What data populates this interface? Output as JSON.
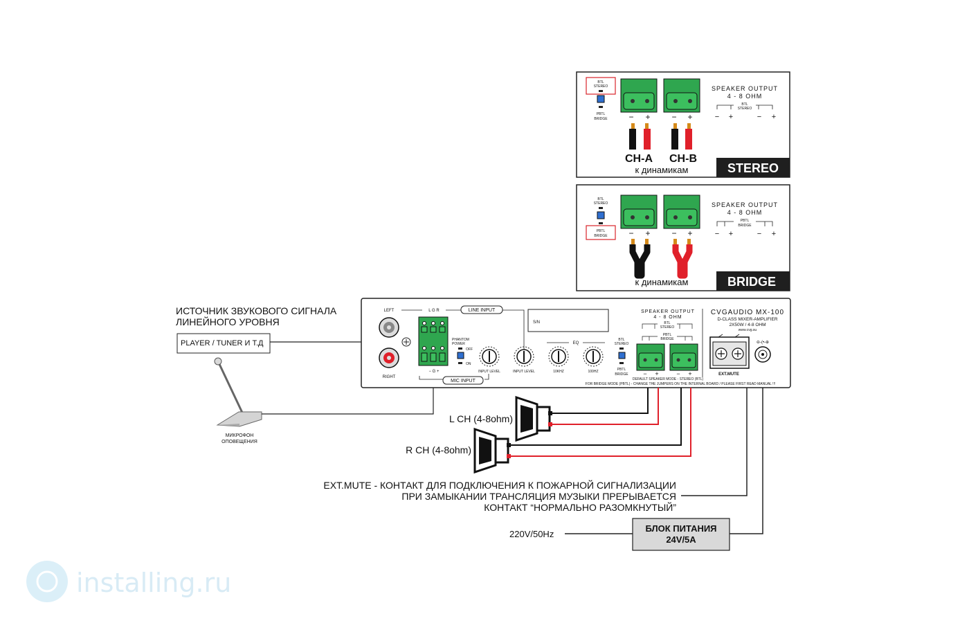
{
  "stereo_panel": {
    "btl_stereo": "BTL\nSTEREO",
    "pbtl_bridge": "PBTL\nBRIDGE",
    "speaker_output": "SPEAKER OUTPUT",
    "ohm": "4 - 8 OHM",
    "mode_btl": "BTL",
    "mode_stereo": "STEREO",
    "minus": "−",
    "plus": "+",
    "ch_a": "CH-A",
    "ch_b": "CH-B",
    "to_speakers": "к динамикам",
    "banner": "STEREO"
  },
  "bridge_panel": {
    "speaker_output": "SPEAKER OUTPUT",
    "ohm": "4 - 8 OHM",
    "mode_pbtl": "PBTL",
    "mode_bridge": "BRIDGE",
    "to_speakers": "к динамикам",
    "banner": "BRIDGE"
  },
  "source": {
    "line1": "ИСТОЧНИК ЗВУКОВОГО СИГНАЛА",
    "line2": "ЛИНЕЙНОГО УРОВНЯ",
    "box": "PLAYER / TUNER И Т.Д"
  },
  "mic": {
    "line1": "МИКРОФОН",
    "line2": "ОПОВЕЩЕНИЯ"
  },
  "amp": {
    "left": "LEFT",
    "right": "RIGHT",
    "lgr": "L  G  R",
    "line_input": "LINE INPUT",
    "mic_input": "MIC INPUT",
    "mgp": "−  G  +",
    "phantom": "PHANTOM\nPOWER",
    "off": "OFF",
    "on": "ON",
    "input_level_1": "INPUT LEVEL",
    "input_level_2": "INPUT LEVEL",
    "eq": "EQ",
    "khz10": "10KHZ",
    "hz100": "100HZ",
    "sn": "S/N",
    "speaker_output": "SPEAKER OUTPUT",
    "ohm": "4 - 8 OHM",
    "btl": "BTL",
    "stereo": "STEREO",
    "pbtl": "PBTL",
    "bridge": "BRIDGE",
    "btl_stereo": "BTL\nSTEREO",
    "pbtl_bridge": "PBTL\nBRIDGE",
    "default_mode": "DEFAULT SPEAKER MODE - STEREO (BTL)",
    "bridge_note": "FOR BRIDGE MODE (PBTL) - CHANGE THE JUMPERS ON THE INTERNAL BOARD / PLEASE FIRST READ MANUAL !!!",
    "brand": "CVGAUDIO MX-100",
    "subtitle": "D-CLASS MIXER-AMPLIFIER",
    "power": "2X50W / 4-8 OHM",
    "url": "www.cvg.su",
    "ext_mute": "EXT.MUTE"
  },
  "speakers": {
    "l": "L CH (4-8ohm)",
    "r": "R CH (4-8ohm)"
  },
  "ext_mute_note": {
    "line1": "EXT.MUTE - КОНТАКТ ДЛЯ ПОДКЛЮЧЕНИЯ К ПОЖАРНОЙ СИГНАЛИЗАЦИИ",
    "line2": "ПРИ ЗАМЫКАНИИ ТРАНСЛЯЦИЯ МУЗЫКИ ПРЕРЫВАЕТСЯ",
    "line3": "КОНТАКТ “НОРМАЛЬНО РАЗОМКНУТЫЙ”"
  },
  "psu": {
    "mains": "220V/50Hz",
    "line1": "БЛОК ПИТАНИЯ",
    "line2": "24V/5A"
  },
  "watermark": "installing.ru",
  "colors": {
    "green": "#2fa64f",
    "red": "#e0202a",
    "jumper_blue": "#2f6fd0",
    "banner": "#1f1f1f"
  }
}
